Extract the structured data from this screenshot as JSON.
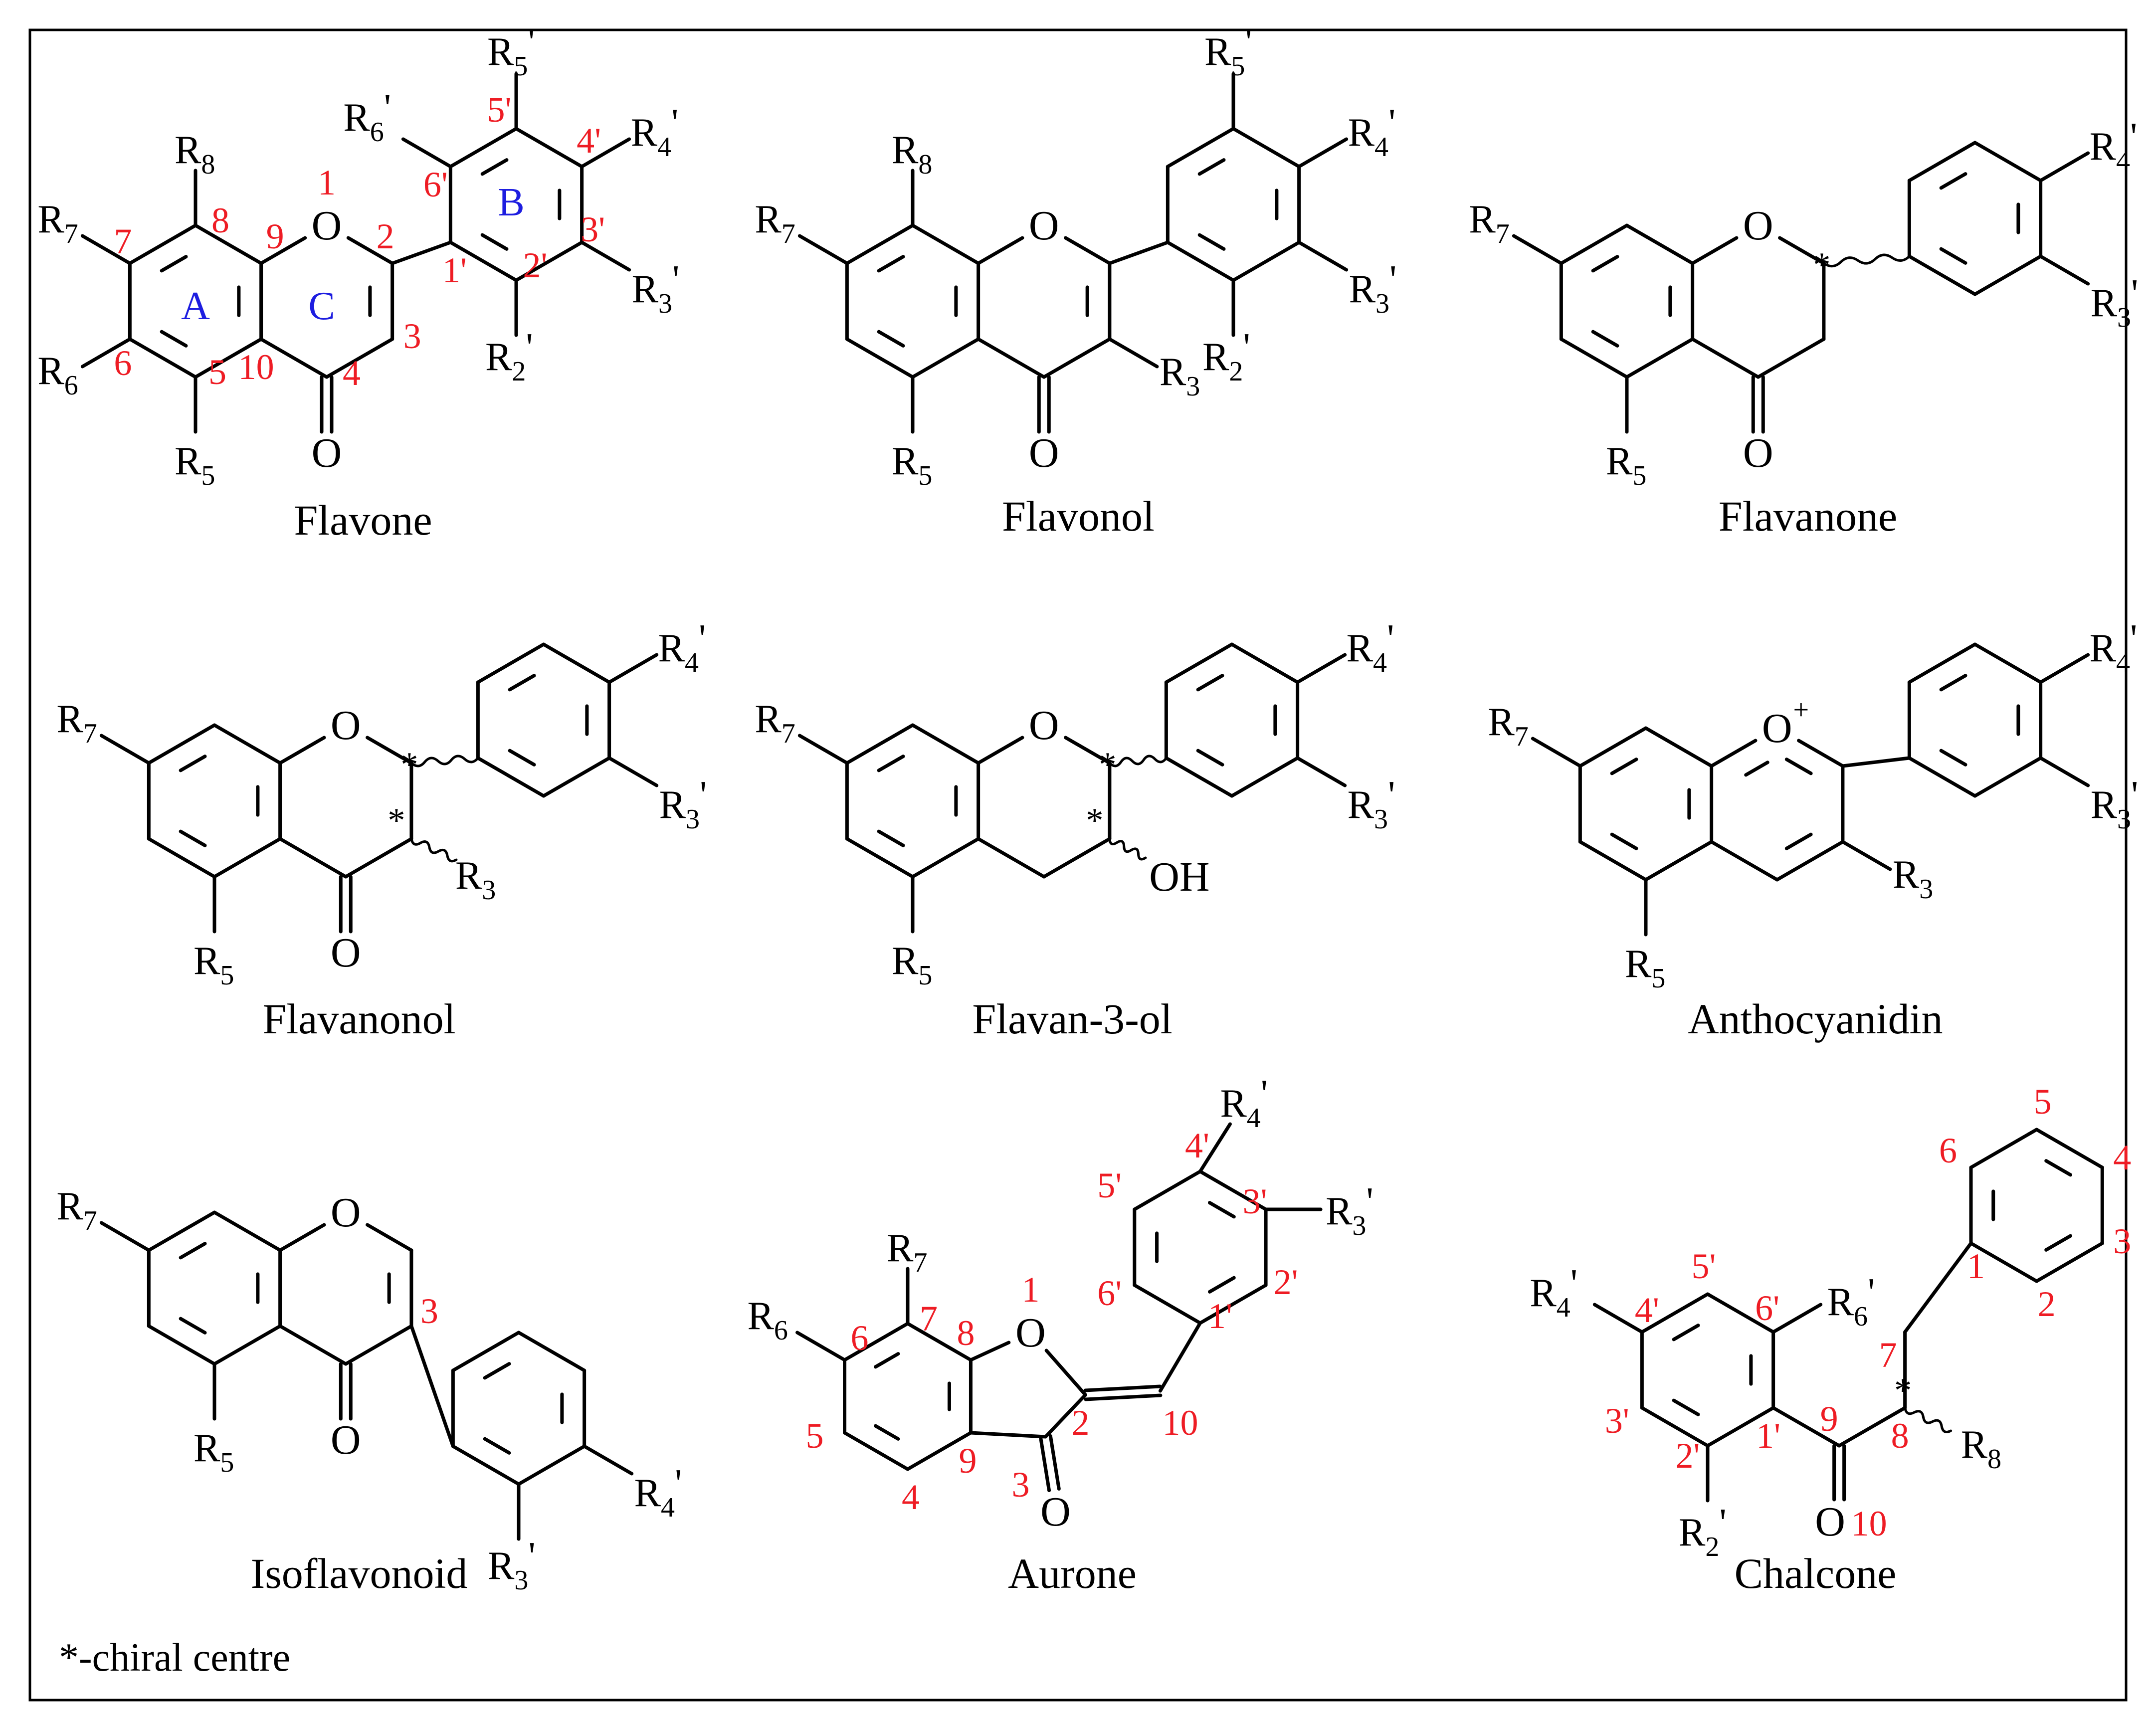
{
  "colors": {
    "ink": "#000000",
    "locant": "#ee1c24",
    "ring": "#1d1de0",
    "frame": "#000000",
    "background": "#ffffff"
  },
  "footnote": "*-chiral centre",
  "structures": [
    {
      "id": "flavone",
      "name": "Flavone"
    },
    {
      "id": "flavonol",
      "name": "Flavonol"
    },
    {
      "id": "flavanone",
      "name": "Flavanone"
    },
    {
      "id": "flavanonol",
      "name": "Flavanonol"
    },
    {
      "id": "flavan3ol",
      "name": "Flavan-3-ol"
    },
    {
      "id": "anthocyanidin",
      "name": "Anthocyanidin"
    },
    {
      "id": "isoflavonoid",
      "name": "Isoflavonoid"
    },
    {
      "id": "aurone",
      "name": "Aurone"
    },
    {
      "id": "chalcone",
      "name": "Chalcone"
    }
  ],
  "atoms": {
    "O": "O",
    "O_plus": "O",
    "plus": "+",
    "OH": "OH",
    "chiral": "*"
  },
  "substituents": {
    "R": "R",
    "prime": "'",
    "n2": "2",
    "n3": "3",
    "n4": "4",
    "n5": "5",
    "n6": "6",
    "n7": "7",
    "n8": "8"
  },
  "ring_labels": {
    "A": "A",
    "B": "B",
    "C": "C"
  },
  "flavone_locants": {
    "p1": "1",
    "p2": "2",
    "p3": "3",
    "p4": "4",
    "p5": "5",
    "p6": "6",
    "p7": "7",
    "p8": "8",
    "p9": "9",
    "p10": "10",
    "p1p": "1'",
    "p2p": "2'",
    "p3p": "3'",
    "p4p": "4'",
    "p5p": "5'",
    "p6p": "6'"
  },
  "isoflavonoid_locants": {
    "p3": "3"
  },
  "aurone_locants": {
    "p1": "1",
    "p2": "2",
    "p3": "3",
    "p4": "4",
    "p5": "5",
    "p6": "6",
    "p7": "7",
    "p8": "8",
    "p9": "9",
    "p10": "10",
    "p1p": "1'",
    "p2p": "2'",
    "p3p": "3'",
    "p4p": "4'",
    "p5p": "5'",
    "p6p": "6'"
  },
  "chalcone_locants": {
    "p1": "1",
    "p2": "2",
    "p3": "3",
    "p4": "4",
    "p5": "5",
    "p6": "6",
    "p7": "7",
    "p8": "8",
    "p9": "9",
    "p10": "10",
    "p1p": "1'",
    "p2p": "2'",
    "p3p": "3'",
    "p4p": "4'",
    "p5p": "5'",
    "p6p": "6'"
  }
}
